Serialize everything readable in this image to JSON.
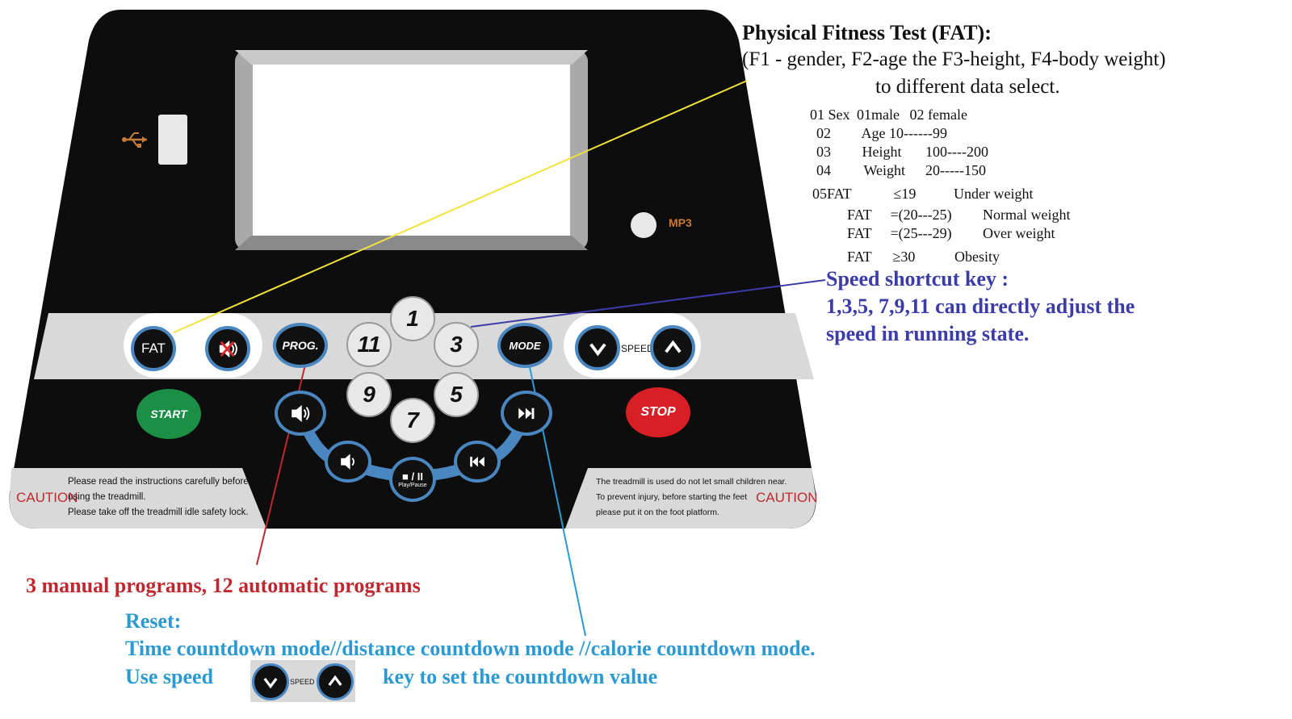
{
  "panel": {
    "mp3_label": "MP3",
    "usb_icon": "usb-icon",
    "buttons": {
      "fat": "FAT",
      "prog": "PROG.",
      "mode": "MODE",
      "start": "START",
      "stop": "STOP",
      "speed_label": "SPEED",
      "play_pause_symbol": "■ / II",
      "play_pause_label": "Play/Pause"
    },
    "speed_keys": [
      "1",
      "3",
      "5",
      "7",
      "9",
      "11"
    ],
    "caution_left": {
      "word": "CAUTION",
      "line1": "Please read the instructions carefully before",
      "line2": "using the treadmill.",
      "line3": "Please take off the treadmill idle safety lock."
    },
    "caution_right": {
      "word": "CAUTION",
      "line1": "The treadmill is used do not let small children near.",
      "line2": "To prevent injury, before starting the feet",
      "line3": "please put it on the foot platform."
    },
    "colors": {
      "panel": "#0d0d0d",
      "band": "#d9d9d9",
      "ring": "#4a86c0",
      "start": "#1a8f45",
      "stop": "#d81f26"
    }
  },
  "fat_annotation": {
    "title": "Physical Fitness Test (FAT):",
    "line1": "(F1 - gender, F2-age the F3-height, F4-body weight)",
    "line2": "to different data select.",
    "table": [
      [
        "01 Sex",
        "01male",
        "02 female"
      ],
      [
        "02",
        "Age",
        "10------99"
      ],
      [
        "03",
        "Height",
        "100----200"
      ],
      [
        "04",
        "Weight",
        "20-----150"
      ]
    ],
    "fat_rows": [
      [
        "05FAT",
        "≤19",
        "Under weight"
      ],
      [
        "FAT",
        "=(20---25)",
        "Normal weight"
      ],
      [
        "FAT",
        "=(25---29)",
        "Over weight"
      ],
      [
        "FAT",
        "≥30",
        "Obesity"
      ]
    ]
  },
  "speed_annotation": {
    "title": "Speed shortcut key :",
    "line1": "1,3,5, 7,9,11 can directly adjust the",
    "line2": "speed in running state."
  },
  "prog_annotation": {
    "text": "3 manual programs, 12 automatic programs"
  },
  "mode_annotation": {
    "title": "Reset:",
    "line1": "Time countdown mode//distance countdown mode //calorie countdown mode.",
    "line2_prefix": "Use speed",
    "line2_suffix": "key to set the countdown value",
    "speed_label": "SPEED"
  }
}
